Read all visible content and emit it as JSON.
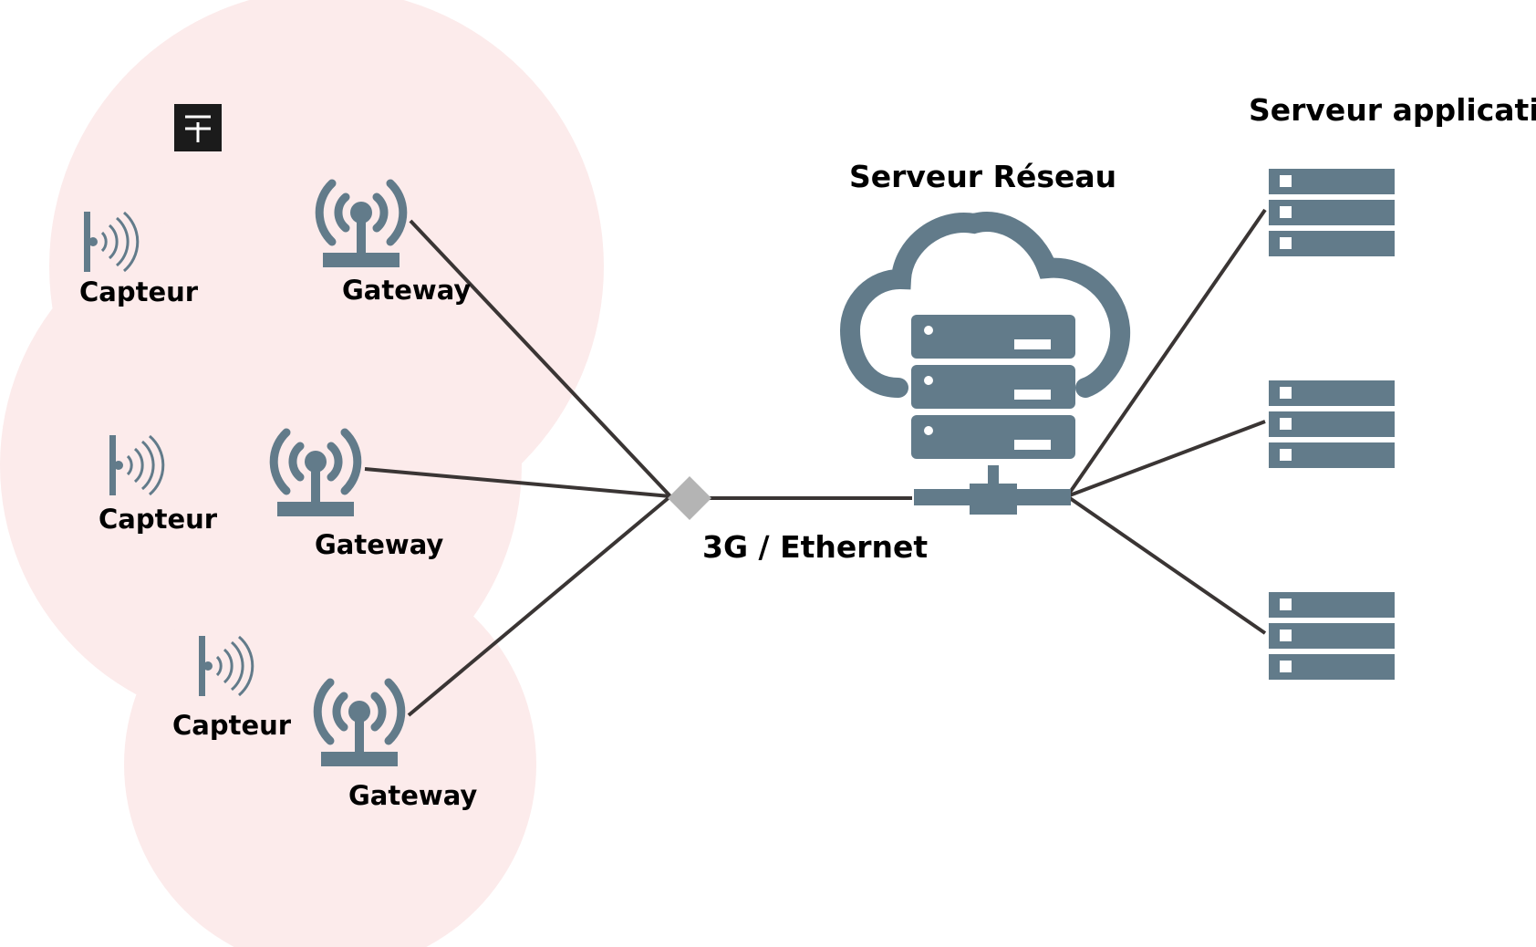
{
  "colors": {
    "zone_fill": "#fcebeb",
    "icon": "#627b8a",
    "link": "#3a3534",
    "junction": "#b4b4b4",
    "button_bg": "#1b1b1b",
    "button_fg": "#ffffff"
  },
  "icons": {
    "sensor": "sensor-antenna-icon",
    "gateway": "gateway-antenna-icon",
    "network_server": "cloud-server-icon",
    "app_server": "server-rack-icon",
    "junction": "diamond-junction-icon",
    "add": "expand-plus-icon"
  },
  "zones": [
    {
      "sensor_label": "Capteur",
      "gateway_label": "Gateway"
    },
    {
      "sensor_label": "Capteur",
      "gateway_label": "Gateway"
    },
    {
      "sensor_label": "Capteur",
      "gateway_label": "Gateway"
    }
  ],
  "link": {
    "label": "3G / Ethernet"
  },
  "network_server": {
    "label": "Serveur Réseau"
  },
  "app_servers": {
    "label": "Serveur applicatif",
    "count": 3
  }
}
